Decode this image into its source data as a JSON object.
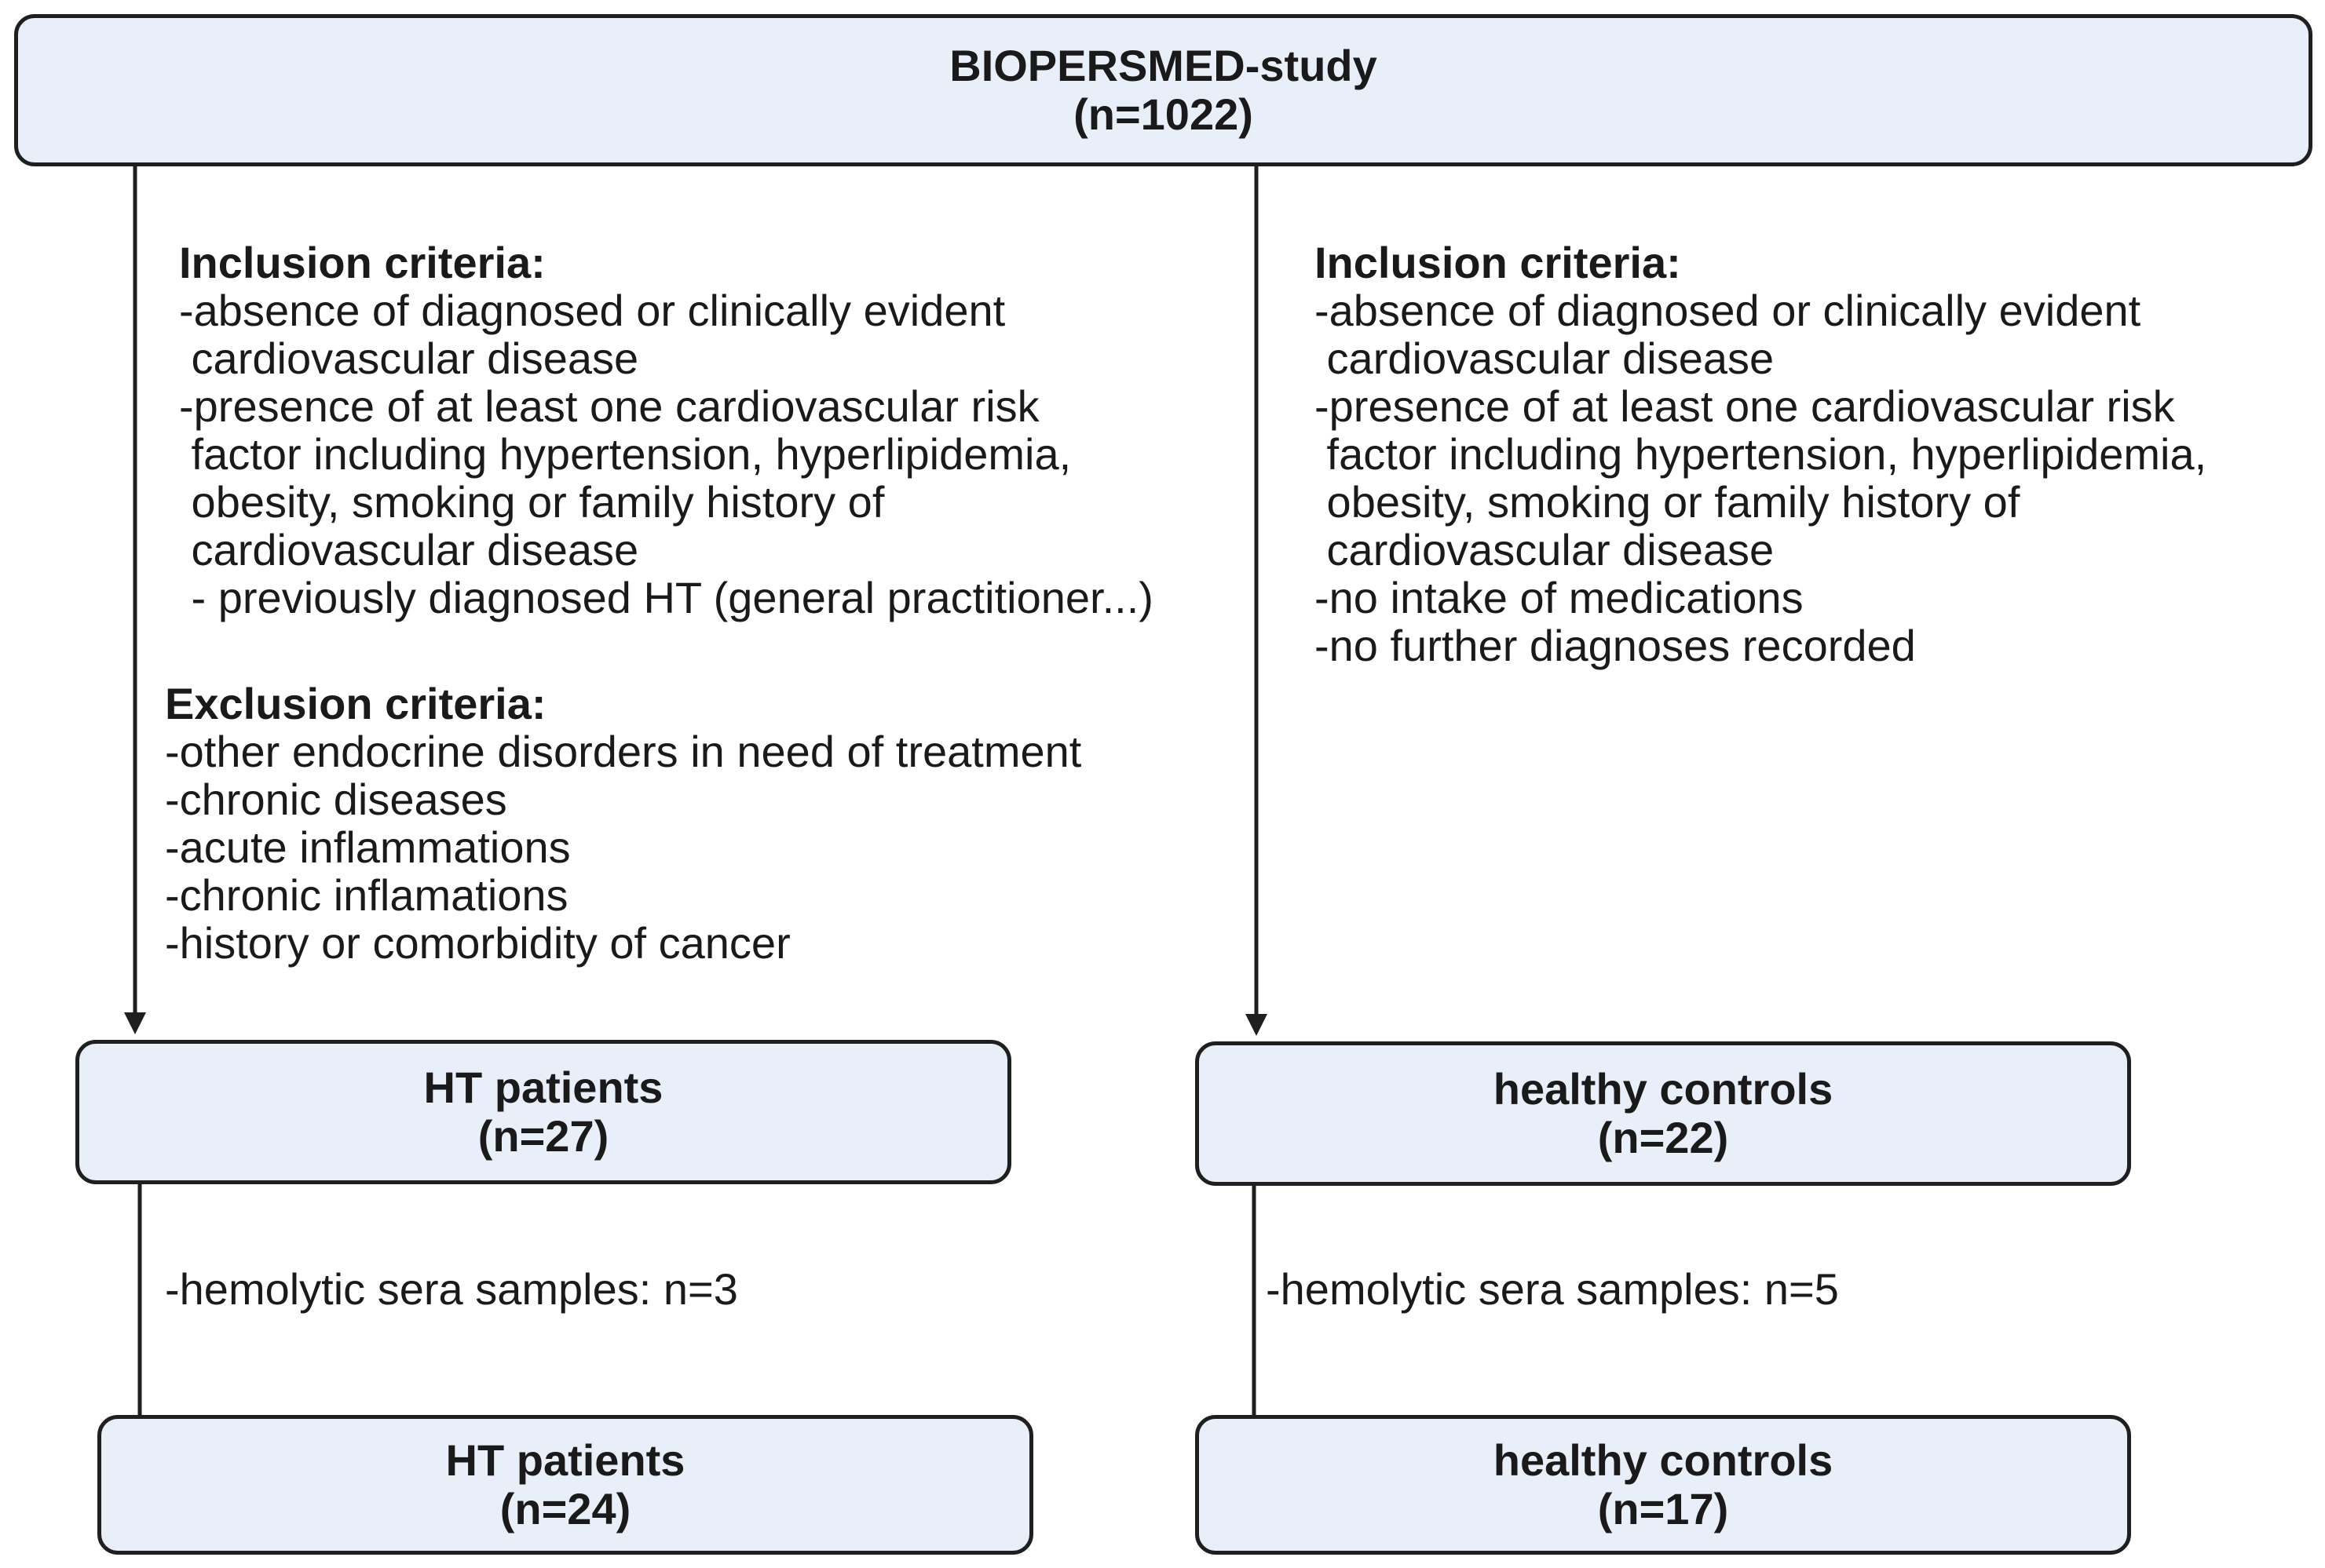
{
  "study": {
    "title": "BIOPERSMED-study",
    "count": "(n=1022)"
  },
  "left_branch": {
    "inclusion": {
      "heading": "Inclusion criteria:",
      "lines": [
        "-absence of diagnosed or clinically evident",
        " cardiovascular disease",
        "-presence of at least one cardiovascular risk",
        " factor including hypertension, hyperlipidemia,",
        " obesity, smoking or family history of",
        " cardiovascular disease",
        " - previously diagnosed HT (general practitioner...)"
      ]
    },
    "exclusion": {
      "heading": "Exclusion criteria:",
      "lines": [
        "-other endocrine disorders in need of treatment",
        "-chronic diseases",
        "-acute inflammations",
        "-chronic inflamations",
        "-history or comorbidity of cancer"
      ]
    },
    "group_box": {
      "title": "HT patients",
      "count": "(n=27)"
    },
    "removed_note": "-hemolytic sera samples: n=3",
    "final_box": {
      "title": "HT patients",
      "count": "(n=24)"
    }
  },
  "right_branch": {
    "inclusion": {
      "heading": "Inclusion criteria:",
      "lines": [
        "-absence of diagnosed or clinically evident",
        " cardiovascular disease",
        "-presence of at least one cardiovascular risk",
        " factor including hypertension, hyperlipidemia,",
        " obesity, smoking or family history of",
        " cardiovascular disease",
        "-no intake of medications",
        "-no further diagnoses recorded"
      ]
    },
    "group_box": {
      "title": "healthy controls",
      "count": "(n=22)"
    },
    "removed_note": "-hemolytic sera samples: n=5",
    "final_box": {
      "title": "healthy controls",
      "count": "(n=17)"
    }
  },
  "colors": {
    "box_fill": "#e8eff8",
    "box_border": "#1f1f1f",
    "line": "#1f1f1f",
    "text": "#1a1a1a"
  }
}
